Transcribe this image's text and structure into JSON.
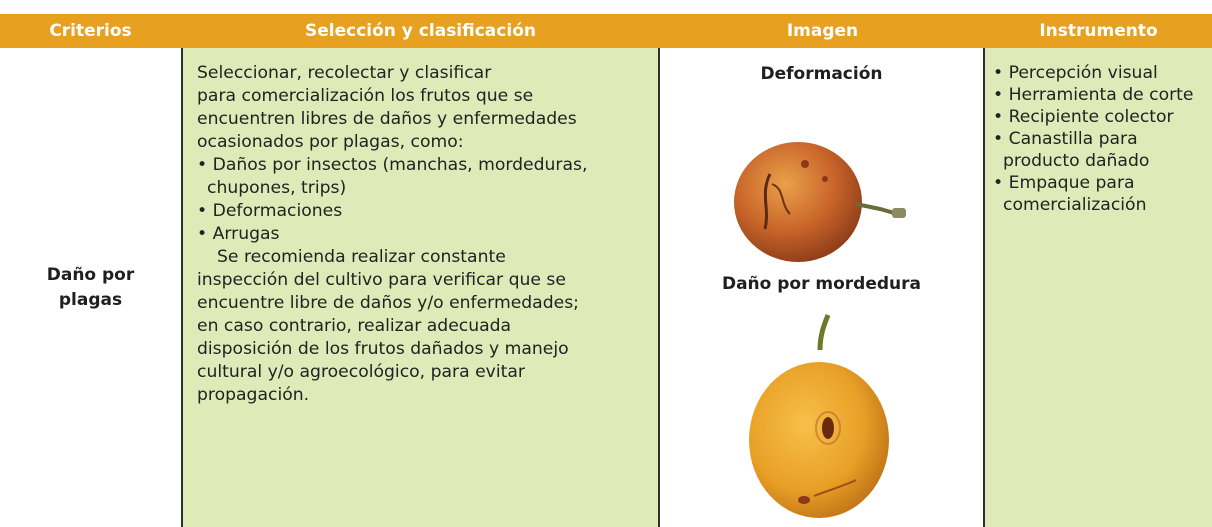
{
  "headers": {
    "criterios": "Criterios",
    "seleccion": "Selección y clasificación",
    "imagen": "Imagen",
    "instrumento": "Instrumento"
  },
  "criterio": {
    "line1": "Daño por",
    "line2": "plagas"
  },
  "seleccion": {
    "intro_lines": [
      "Seleccionar, recolectar y clasificar",
      "para comercialización los frutos que se",
      "encuentren libres de daños y enfermedades",
      "ocasionados por plagas, como:"
    ],
    "bullets": [
      "• Daños por insectos (manchas, mordeduras, chupones, trips)",
      "•  Deformaciones",
      "•  Arrugas"
    ],
    "closing_lines": [
      "Se recomienda realizar constante",
      "inspección del cultivo para verificar que se",
      "encuentre libre de daños y/o enfermedades;",
      "en caso contrario, realizar adecuada",
      "disposición de los frutos dañados y manejo",
      "cultural y/o agroecológico, para evitar",
      "propagación."
    ]
  },
  "imagen": {
    "title1": "Deformación",
    "title2": "Daño por mordedura"
  },
  "instrumento": {
    "items": [
      "Percepción  visual",
      "Herramienta de corte",
      "Recipiente colector",
      "Canastilla para producto dañado",
      "Empaque para comercialización"
    ]
  },
  "colors": {
    "header": "#e7a01f",
    "cell_green": "#deebb8",
    "border": "#2e2e2e"
  }
}
